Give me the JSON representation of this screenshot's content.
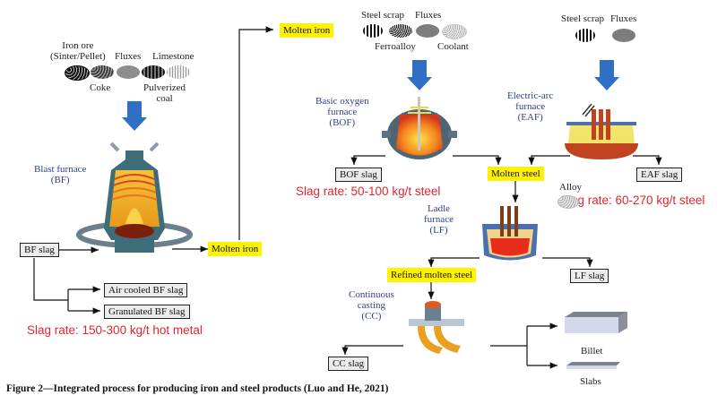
{
  "figure": {
    "caption": "Figure 2—Integrated process for producing iron and steel products (Luo and He, 2021)"
  },
  "blast_furnace_inputs": {
    "iron_ore": [
      "Iron ore",
      "(Sinter/Pellet)"
    ],
    "fluxes": "Fluxes",
    "limestone": "Limestone",
    "coke": "Coke",
    "pulverized_coal": [
      "Pulverized",
      "coal"
    ]
  },
  "blast_furnace": {
    "name": [
      "Blast furnace",
      "(BF)"
    ],
    "slag_box": "BF slag",
    "product": "Molten iron",
    "slag_products": [
      "Air cooled BF slag",
      "Granulated BF slag"
    ],
    "slag_rate": "Slag rate: 150-300 kg/t hot metal"
  },
  "bof_inputs": {
    "molten_iron": "Molten iron",
    "steel_scrap": "Steel scrap",
    "fluxes": "Fluxes",
    "ferroalloy": "Ferroalloy",
    "coolant": "Coolant"
  },
  "bof": {
    "name": [
      "Basic oxygen",
      "furnace",
      "(BOF)"
    ],
    "slag_box": "BOF slag",
    "slag_rate": "Slag rate: 50-100 kg/t steel"
  },
  "eaf_inputs": {
    "steel_scrap": "Steel scrap",
    "fluxes": "Fluxes"
  },
  "eaf": {
    "name": [
      "Electric-arc",
      "furnace",
      "(EAF)"
    ],
    "slag_box": "EAF slag",
    "slag_rate": "Slag rate: 60-270 kg/t steel"
  },
  "molten_steel": "Molten steel",
  "ladle_furnace": {
    "name": [
      "Ladle",
      "furnace",
      "(LF)"
    ],
    "alloy": "Alloy",
    "slag_box": "LF slag",
    "product": "Refined molten steel"
  },
  "continuous_casting": {
    "name": [
      "Continuous",
      "casting",
      "(CC)"
    ],
    "slag_box": "CC slag",
    "products": [
      "Billet",
      "Slabs"
    ]
  },
  "colors": {
    "highlight": "#fff200",
    "slag_rate_text": "#e0262c",
    "furnace_label": "#2e3f8f",
    "input_arrow": "#2f6fc4"
  }
}
